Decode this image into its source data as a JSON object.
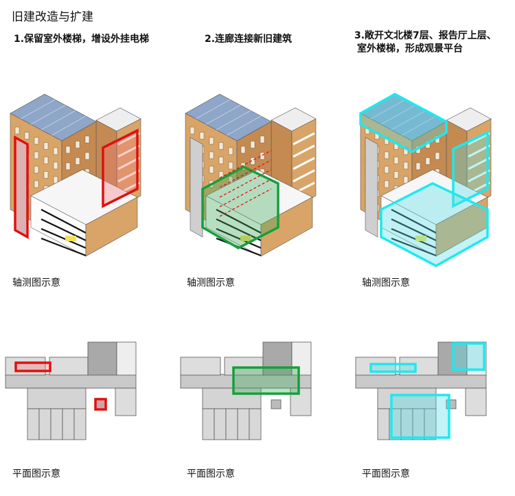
{
  "title": "旧建改造与扩建",
  "panels": [
    {
      "step": "1.保留室外楼梯，增设外挂电梯",
      "axon_caption": "轴测图示意",
      "plan_caption": "平面图示意",
      "highlight": "#e01010",
      "fill": "rgba(240,120,120,0.35)"
    },
    {
      "step": "2.连廊连接新旧建筑",
      "axon_caption": "轴测图示意",
      "plan_caption": "平面图示意",
      "highlight": "#14a03c",
      "fill": "rgba(60,170,90,0.35)"
    },
    {
      "step_line1": "3.敞开文北楼7层、报告厅上层、",
      "step_line2": "室外楼梯，形成观景平台",
      "axon_caption": "轴测图示意",
      "plan_caption": "平面图示意",
      "highlight": "#1fe8ee",
      "fill": "rgba(80,220,230,0.35)"
    }
  ],
  "colors": {
    "brick": "#d9a468",
    "brick_dark": "#c48a52",
    "roof": "#8ea6c8",
    "plan_gray": "#c9c9c9",
    "plan_dark": "#a9a9a9"
  }
}
